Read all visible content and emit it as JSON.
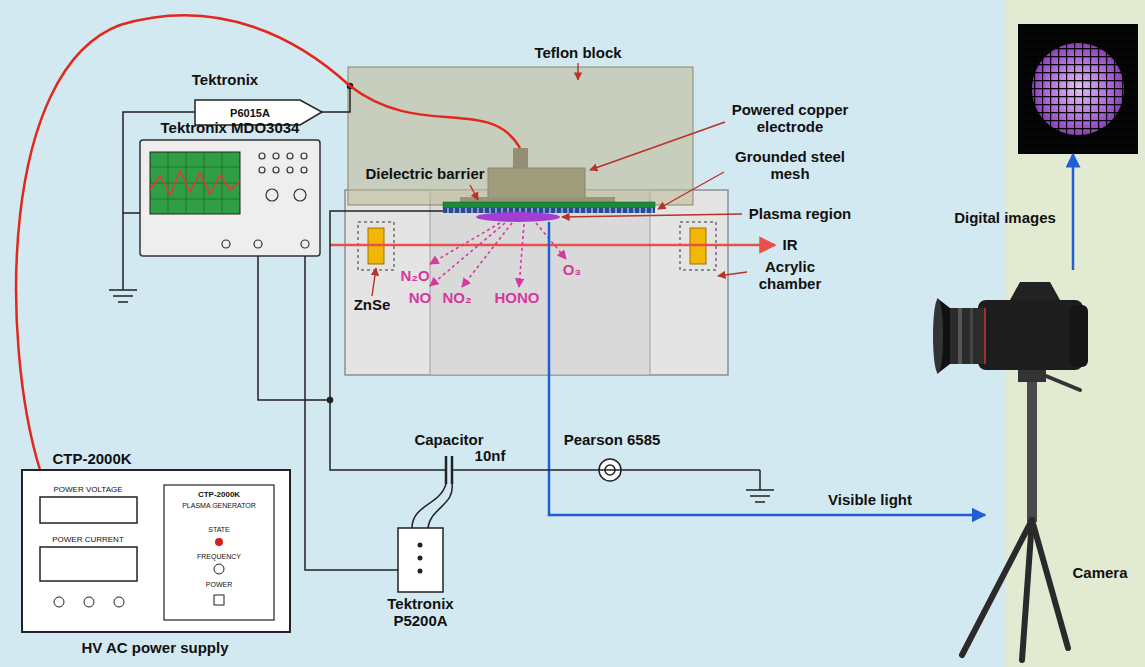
{
  "diagram": {
    "nodes": [
      {
        "text": [
          "Tektronix",
          "P6015A"
        ]
      },
      {
        "text": [
          "Tektronix MDO3034"
        ]
      },
      {
        "text": [
          "CTP-2000K",
          "POWER VOLTAGE",
          "POWER CURRENT",
          "CTP-2000K",
          "PLASMA GENERATOR",
          "STATE",
          "FREQUENCY",
          "POWER",
          "HV AC power supply"
        ]
      },
      {
        "text": [
          "Tektronix P5200A"
        ]
      },
      {
        "text": [
          "Digital images"
        ]
      },
      {
        "text": [
          "Camera"
        ]
      }
    ],
    "edges": [
      {
        "from": 0,
        "to": 1,
        "arrow": "none"
      },
      {
        "from": 3,
        "to": 1,
        "arrow": "none"
      },
      {
        "from": 5,
        "to": 4,
        "arrow": "to"
      }
    ],
    "labels": [
      "Teflon block",
      "Powered copper electrode",
      "Dielectric barrier",
      "Grounded steel mesh",
      "Plasma region",
      "IR",
      "Acrylic chamber",
      "ZnSe",
      "N₂O",
      "NO",
      "NO₂",
      "HONO",
      "O₃",
      "Capacitor",
      "10nf",
      "Pearson 6585",
      "Visible light"
    ]
  }
}
